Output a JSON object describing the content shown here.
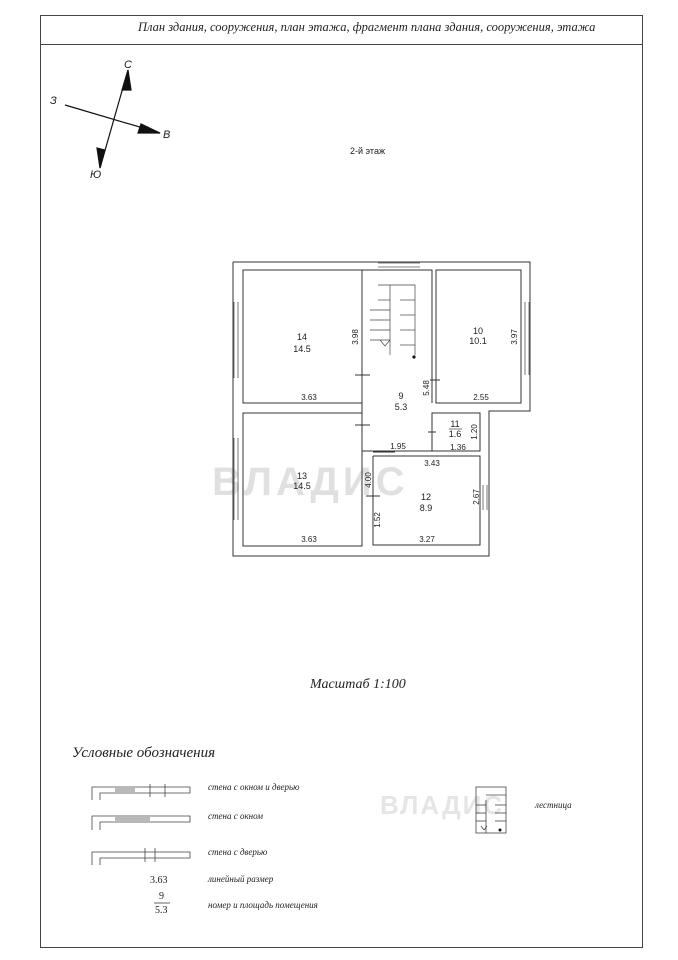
{
  "sheet_title": "План здания, сооружения, план этажа, фрагмент плана здания, сооружения, этажа",
  "floor_label": "2-й этаж",
  "compass": {
    "north": "С",
    "south": "Ю",
    "east": "В",
    "west": "З"
  },
  "rooms": [
    {
      "number": "14",
      "area": "14.5"
    },
    {
      "number": "10",
      "area": "10.1"
    },
    {
      "number": "9",
      "area": "5.3"
    },
    {
      "number": "11",
      "area": "1.6"
    },
    {
      "number": "13",
      "area": "14.5"
    },
    {
      "number": "12",
      "area": "8.9"
    }
  ],
  "dimensions": {
    "r14_width": "3.63",
    "r14_height": "3.98",
    "r10_width": "2.55",
    "r10_height": "3.97",
    "r9_a": "5.48",
    "r9_b": "1.95",
    "r11_width": "1.36",
    "r11_height": "1.20",
    "r13_width": "3.63",
    "r13_height": "4.00",
    "r12_top": "3.43",
    "r12_bottom": "3.27",
    "r12_right": "2.67",
    "r12_left": "1.52"
  },
  "scale": "Масштаб 1:100",
  "legend": {
    "title": "Условные обозначения",
    "window_door": "стена с окном и дверью",
    "window": "стена с окном",
    "door": "стена с дверью",
    "stair": "лестница",
    "linear_size": "линейный размер",
    "linear_size_example": "3.63",
    "room_label": "номер и площадь помещения",
    "room_number_example": "9",
    "room_area_example": "5.3"
  },
  "watermark": "ВЛАДИС"
}
